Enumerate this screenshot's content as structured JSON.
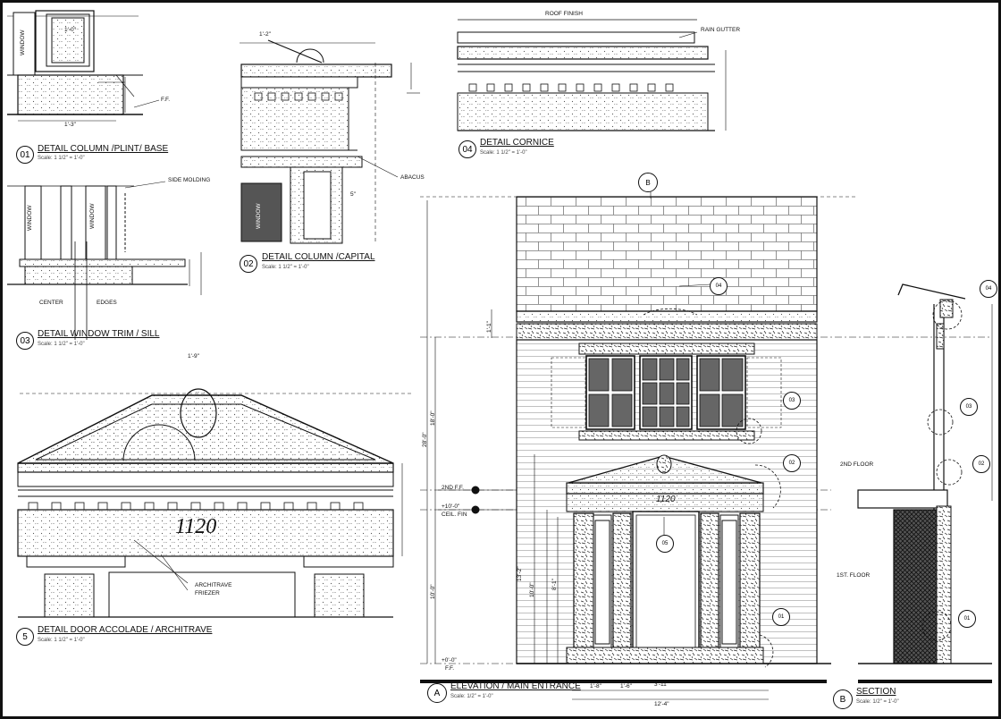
{
  "sheet": {
    "border_color": "#111111",
    "hatch_color": "#555555",
    "window_fill": "#555555"
  },
  "details": [
    {
      "id": "d01",
      "number": "01",
      "title": "DETAIL COLUMN /PLINT/ BASE",
      "scale": "Scale:  1 1/2\" = 1'-0\""
    },
    {
      "id": "d02",
      "number": "02",
      "title": "DETAIL COLUMN /CAPITAL",
      "scale": "Scale:  1 1/2\" = 1'-0\""
    },
    {
      "id": "d03",
      "number": "03",
      "title": "DETAIL WINDOW TRIM / SILL",
      "scale": "Scale:  1 1/2\" = 1'-0\""
    },
    {
      "id": "d04",
      "number": "04",
      "title": "DETAIL CORNICE",
      "scale": "Scale:  1 1/2\" = 1'-0\""
    },
    {
      "id": "d05",
      "number": "5",
      "title": "DETAIL DOOR ACCOLADE / ARCHITRAVE",
      "scale": "Scale:  1 1/2\" = 1'-0\""
    },
    {
      "id": "dA",
      "number": "A",
      "title": "ELEVATION / MAIN ENTRANCE",
      "scale": "Scale:  1/2\" = 1'-0\""
    },
    {
      "id": "dB",
      "number": "B",
      "title": "SECTION",
      "scale": "Scale:  1/2\" = 1'-0\""
    }
  ],
  "notes": {
    "roof_finish": "ROOF FINISH",
    "rain_gutter": "RAIN  GUTTER",
    "ff": "F.F.",
    "side_molding": "SIDE  MOLDING",
    "abacus": "ABACUS",
    "window": "WINDOW",
    "center": "CENTER",
    "edges": "EDGES",
    "architrave": "ARCHITRAVE",
    "friezer": "FRIEZER",
    "second_ff": "2ND F.F.",
    "ceil_fin": "CEIL. FIN",
    "level_10": "+10'-0\"",
    "level_0": "+0'-0\"",
    "second_floor": "2ND FLOOR",
    "first_floor": "1ST. FLOOR",
    "address": "1120",
    "cut_marker": "B"
  },
  "callouts": {
    "c04": "04",
    "c03": "03",
    "c02": "02",
    "c05": "05",
    "c01": "01"
  },
  "dimensions": {
    "d_28": "28'-0\"",
    "d_18": "18'-0\"",
    "d_10": "10'-0\"",
    "d_10b": "10'-0\"",
    "d_13": "13'-2\"",
    "d_8": "8'-1\"",
    "d_1_1": "1'-1\"",
    "d_1_8": "1'-8\"",
    "d_1_6": "1'-6\"",
    "d_3_11": "3'-11\"",
    "d_12": "12'-4\"",
    "d_1_0": "1'-0\"",
    "d_1_3": "1'-3\"",
    "d_1_2": "1'-2\"",
    "d_1_9": "1'-9\"",
    "d_5": "5\""
  }
}
